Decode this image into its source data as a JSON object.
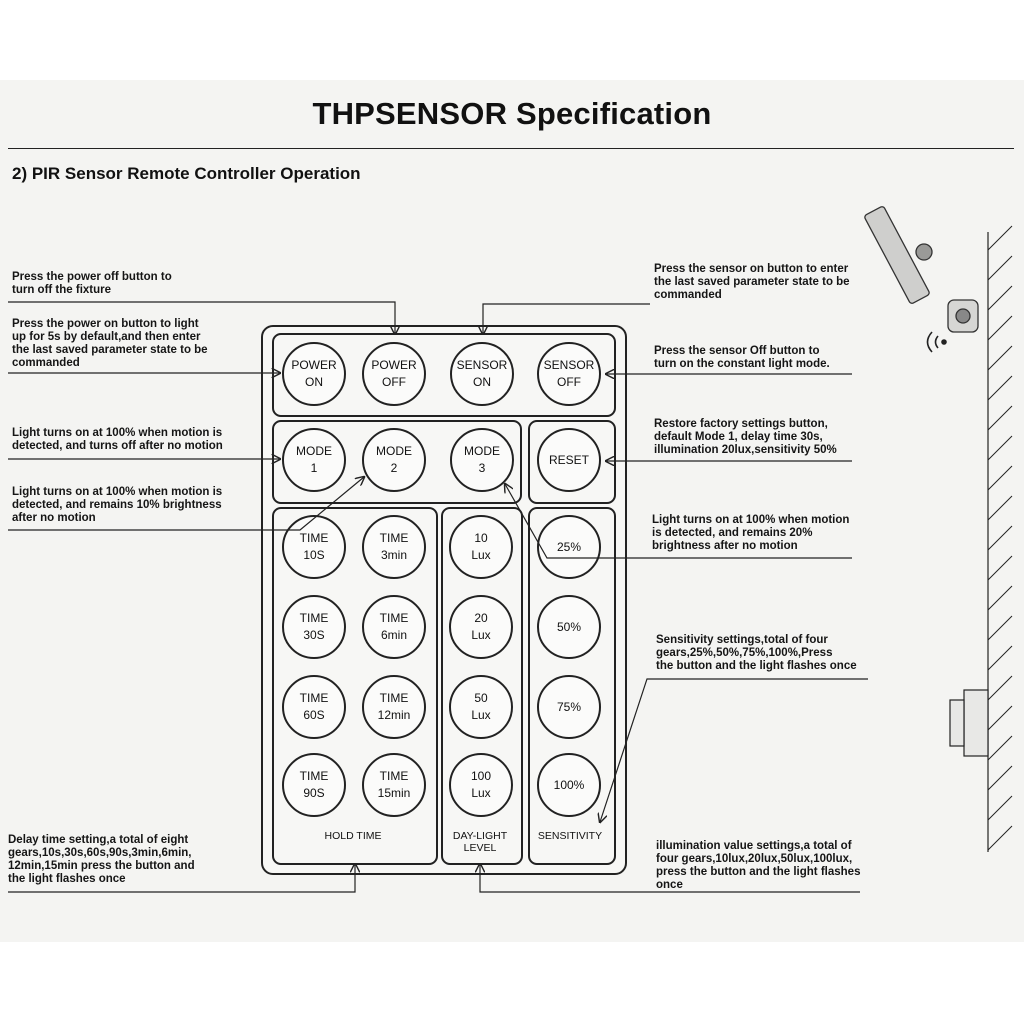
{
  "title": "THPSENSOR Specification",
  "section": "2) PIR Sensor Remote Controller Operation",
  "notes": {
    "power_off": "Press the power off button to\nturn off the fixture",
    "power_on": "Press the power on button to light\nup for 5s by default,and then enter\nthe last saved parameter state to be\ncommanded",
    "mode1": "Light turns on at 100% when motion is\ndetected, and turns off after no motion",
    "mode2": "Light turns on at 100% when motion is\ndetected, and remains 10% brightness\nafter no motion",
    "sensor_on": "Press the sensor on button to enter\nthe last saved parameter state to be\ncommanded",
    "sensor_off": "Press the sensor Off button to\nturn on the constant light mode.",
    "reset": "Restore factory settings button,\ndefault Mode 1, delay time 30s,\nillumination 20lux,sensitivity 50%",
    "mode3": "Light turns on at 100% when motion\nis detected, and remains 20%\nbrightness after no motion",
    "sensitivity": "Sensitivity settings,total of four\ngears,25%,50%,75%,100%,Press\nthe button and the light flashes once",
    "delay": "Delay time setting,a total of eight\ngears,10s,30s,60s,90s,3min,6min,\n12min,15min press the button and\nthe light flashes once",
    "illumination": "illumination value settings,a total of\nfour gears,10lux,20lux,50lux,100lux,\npress the button and the light flashes\nonce"
  },
  "buttons": {
    "power_on": "POWER\nON",
    "power_off": "POWER\nOFF",
    "sensor_on": "SENSOR\nON",
    "sensor_off": "SENSOR\nOFF",
    "mode1": "MODE\n1",
    "mode2": "MODE\n2",
    "mode3": "MODE\n3",
    "reset": "RESET",
    "time_10s": "TIME\n10S",
    "time_3min": "TIME\n3min",
    "time_30s": "TIME\n30S",
    "time_6min": "TIME\n6min",
    "time_60s": "TIME\n60S",
    "time_12min": "TIME\n12min",
    "time_90s": "TIME\n90S",
    "time_15min": "TIME\n15min",
    "lux_10": "10\nLux",
    "lux_20": "20\nLux",
    "lux_50": "50\nLux",
    "lux_100": "100\nLux",
    "sens_25": "25%",
    "sens_50": "50%",
    "sens_75": "75%",
    "sens_100": "100%"
  },
  "group_labels": {
    "hold_time": "HOLD TIME",
    "daylight": "DAY-LIGHT\nLEVEL",
    "sensitivity": "SENSITIVITY"
  }
}
